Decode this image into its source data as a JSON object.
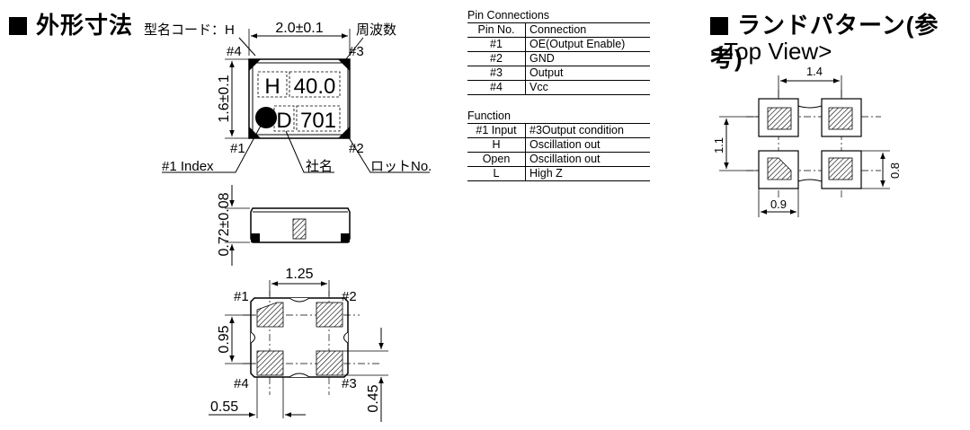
{
  "headings": {
    "outline": "外形寸法",
    "land_pattern": "ランドパターン(参考)",
    "top_view": "<Top View>"
  },
  "outline_drawing": {
    "model_code_label": "型名コード：H",
    "freq_label": "周波数",
    "width_dim": "2.0±0.1",
    "height_dim": "1.6±0.1",
    "pin1": "#1",
    "pin2": "#2",
    "pin3": "#3",
    "pin4": "#4",
    "marking_line1_left": "H",
    "marking_line1_right": "40.0",
    "marking_line2_left": "D",
    "marking_line2_right": "701",
    "index_label": "#1  Index",
    "company_label": "社名",
    "lot_label": "ロットNo."
  },
  "side_view": {
    "thickness_dim": "0.72±0.08"
  },
  "bottom_view": {
    "pitch_x": "1.25",
    "pitch_y": "0.95",
    "pad_width": "0.55",
    "pad_height": "0.45",
    "pin1": "#1",
    "pin2": "#2",
    "pin3": "#3",
    "pin4": "#4"
  },
  "pin_connections": {
    "title": "Pin Connections",
    "headers": [
      "Pin No.",
      "Connection"
    ],
    "rows": [
      [
        "#1",
        "OE(Output Enable)"
      ],
      [
        "#2",
        "GND"
      ],
      [
        "#3",
        "Output"
      ],
      [
        "#4",
        "Vcc"
      ]
    ]
  },
  "function_table": {
    "title": "Function",
    "headers": [
      "#1 Input",
      "#3Output condition"
    ],
    "rows": [
      [
        "H",
        "Oscillation out"
      ],
      [
        "Open",
        "Oscillation out"
      ],
      [
        "L",
        "High Z"
      ]
    ]
  },
  "land_pattern_dims": {
    "pitch_x": "1.4",
    "pitch_y": "1.1",
    "pad_width": "0.9",
    "pad_height": "0.8"
  }
}
